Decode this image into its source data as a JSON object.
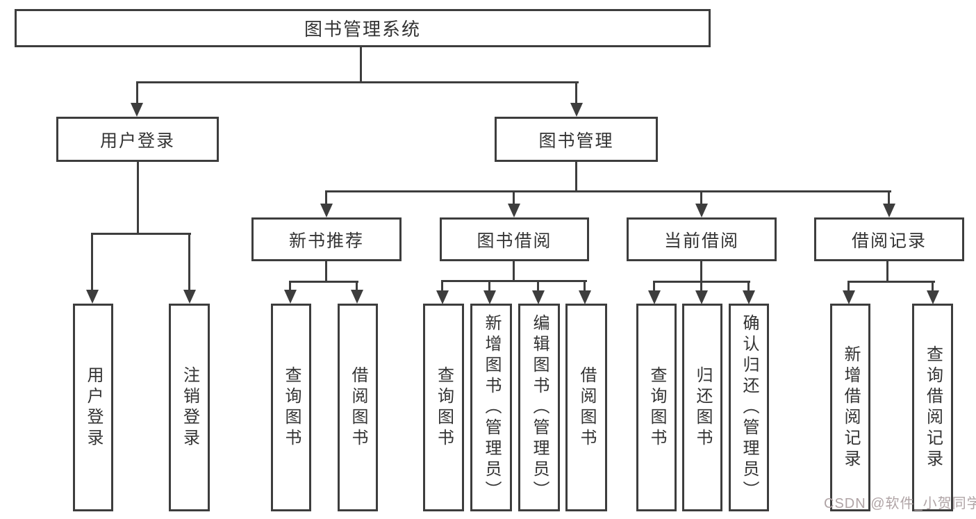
{
  "diagram": {
    "title": "图书管理系统",
    "level2": {
      "user_login": "用户登录",
      "book_mgmt": "图书管理"
    },
    "level3": {
      "new_books": "新书推荐",
      "borrowing": "图书借阅",
      "current": "当前借阅",
      "records": "借阅记录"
    },
    "leaves": {
      "ul_login": "用户登录",
      "ul_logout": "注销登录",
      "nb_query": "查询图书",
      "nb_borrow": "借阅图书",
      "bb_query": "查询图书",
      "bb_add": "新增图书（管理员）",
      "bb_edit": "编辑图书（管理员）",
      "bb_borrow": "借阅图书",
      "cb_query": "查询图书",
      "cb_return": "归还图书",
      "cb_confirm": "确认归还（管理员）",
      "rec_add": "新增借阅记录",
      "rec_query": "查询借阅记录"
    }
  },
  "watermark": {
    "text": "CSDN @软件_小贺同学"
  },
  "colors": {
    "line": "#3d3d3d",
    "text": "#333333",
    "watermark": "#b0a4a6",
    "background": "#ffffff"
  }
}
